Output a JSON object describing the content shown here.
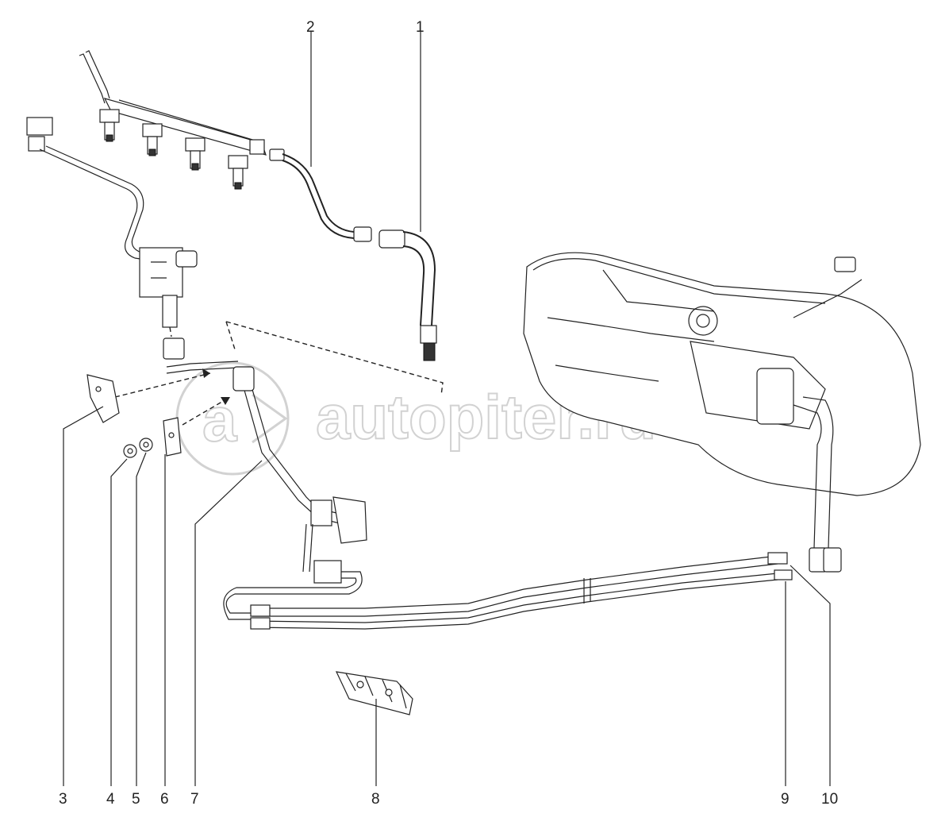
{
  "watermark": {
    "text": "autopiter.ru",
    "logo_letter": "a"
  },
  "callouts": [
    {
      "id": "1",
      "label": "1"
    },
    {
      "id": "2",
      "label": "2"
    },
    {
      "id": "3",
      "label": "3"
    },
    {
      "id": "4",
      "label": "4"
    },
    {
      "id": "5",
      "label": "5"
    },
    {
      "id": "6",
      "label": "6"
    },
    {
      "id": "7",
      "label": "7"
    },
    {
      "id": "8",
      "label": "8"
    },
    {
      "id": "9",
      "label": "9"
    },
    {
      "id": "10",
      "label": "10"
    }
  ]
}
